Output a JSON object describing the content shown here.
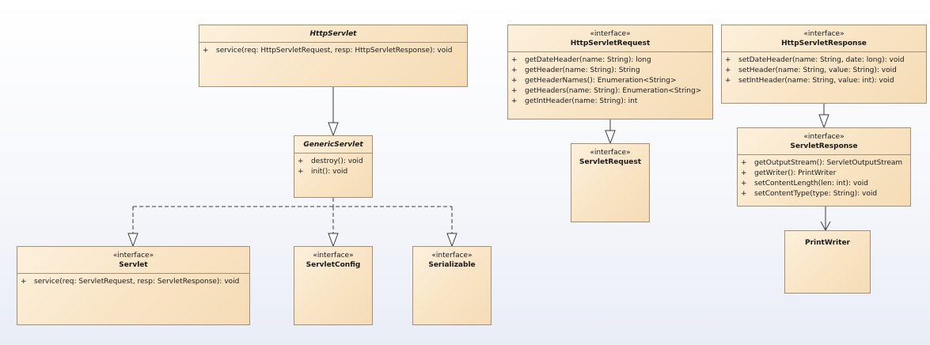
{
  "diagram": {
    "classes": {
      "http_servlet": {
        "name": "HttpServlet",
        "operations": [
          {
            "vis": "+",
            "sig": "service(req: HttpServletRequest, resp: HttpServletResponse): void"
          }
        ]
      },
      "generic_servlet": {
        "name": "GenericServlet",
        "operations": [
          {
            "vis": "+",
            "sig": "destroy(): void"
          },
          {
            "vis": "+",
            "sig": "init(): void"
          }
        ]
      },
      "servlet": {
        "stereotype": "«interface»",
        "name": "Servlet",
        "operations": [
          {
            "vis": "+",
            "sig": "service(req: ServletRequest, resp: ServletResponse): void"
          }
        ]
      },
      "servlet_config": {
        "stereotype": "«interface»",
        "name": "ServletConfig"
      },
      "serializable": {
        "stereotype": "«interface»",
        "name": "Serializable"
      },
      "http_servlet_request": {
        "stereotype": "«interface»",
        "name": "HttpServletRequest",
        "operations": [
          {
            "vis": "+",
            "sig": "getDateHeader(name: String): long"
          },
          {
            "vis": "+",
            "sig": "getHeader(name: String): String"
          },
          {
            "vis": "+",
            "sig": "getHeaderNames(): Enumeration<String>"
          },
          {
            "vis": "+",
            "sig": "getHeaders(name: String): Enumeration<String>"
          },
          {
            "vis": "+",
            "sig": "getIntHeader(name: String): int"
          }
        ]
      },
      "servlet_request": {
        "stereotype": "«interface»",
        "name": "ServletRequest"
      },
      "http_servlet_response": {
        "stereotype": "«interface»",
        "name": "HttpServletResponse",
        "operations": [
          {
            "vis": "+",
            "sig": "setDateHeader(name: String, date: long): void"
          },
          {
            "vis": "+",
            "sig": "setHeader(name: String, value: String): void"
          },
          {
            "vis": "+",
            "sig": "setIntHeader(name: String, value: int): void"
          }
        ]
      },
      "servlet_response": {
        "stereotype": "«interface»",
        "name": "ServletResponse",
        "operations": [
          {
            "vis": "+",
            "sig": "getOutputStream(): ServletOutputStream"
          },
          {
            "vis": "+",
            "sig": "getWriter(): PrintWriter"
          },
          {
            "vis": "+",
            "sig": "setContentLength(len: int): void"
          },
          {
            "vis": "+",
            "sig": "setContentType(type: String): void"
          }
        ]
      },
      "print_writer": {
        "name": "PrintWriter"
      }
    }
  }
}
